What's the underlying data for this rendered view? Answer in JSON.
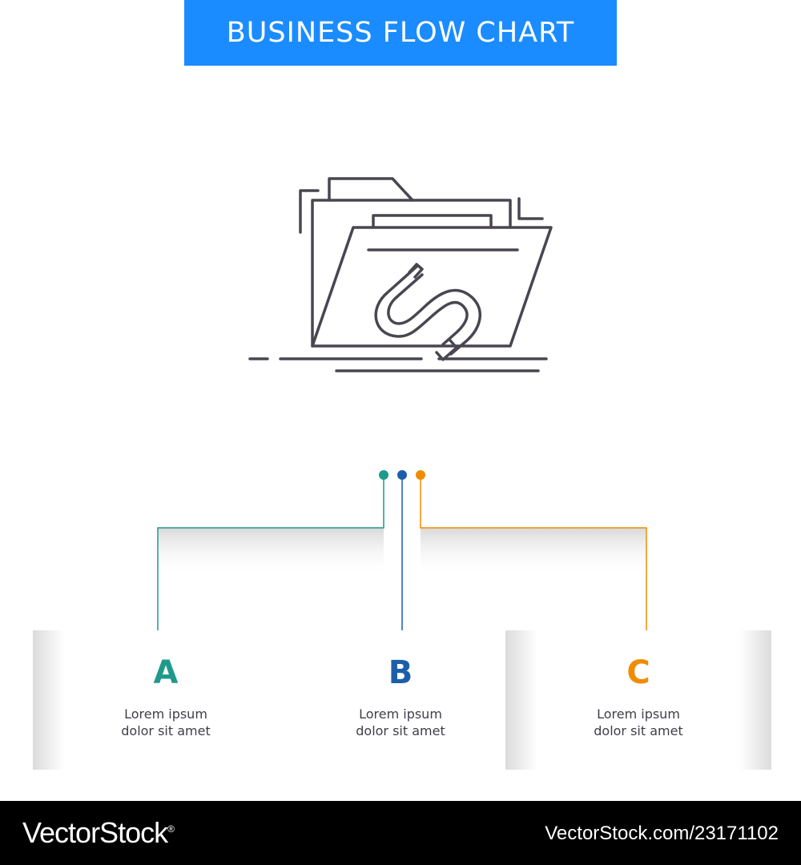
{
  "header": {
    "title": "BUSINESS FLOW CHART"
  },
  "icon": {
    "name": "folder-magnet-icon"
  },
  "steps": [
    {
      "letter": "A",
      "line1": "Lorem ipsum",
      "line2": "dolor sit amet",
      "color": "#1f9a8a"
    },
    {
      "letter": "B",
      "line1": "Lorem ipsum",
      "line2": "dolor sit amet",
      "color": "#1b5fa8"
    },
    {
      "letter": "C",
      "line1": "Lorem ipsum",
      "line2": "dolor sit amet",
      "color": "#f08c00"
    }
  ],
  "footer": {
    "brand": "VectorStock",
    "registered": "®",
    "id": "VectorStock.com/23171102"
  }
}
